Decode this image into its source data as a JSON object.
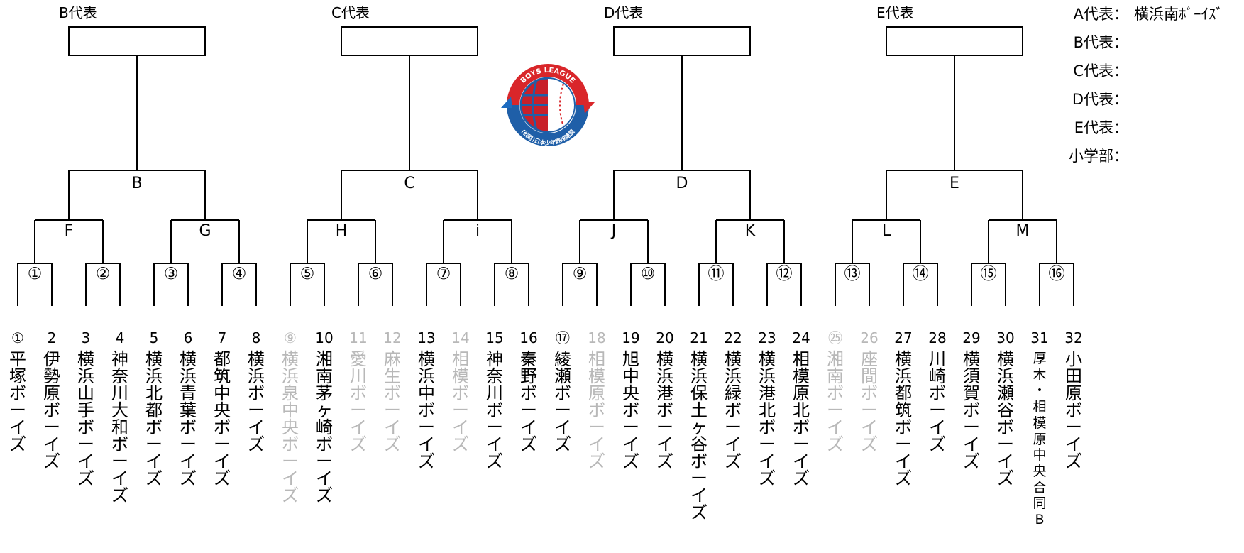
{
  "representatives": [
    {
      "title": "B代表"
    },
    {
      "title": "C代表"
    },
    {
      "title": "D代表"
    },
    {
      "title": "E代表"
    }
  ],
  "upper_nodes": [
    "B",
    "C",
    "D",
    "E"
  ],
  "mid_nodes": [
    "F",
    "G",
    "H",
    "i",
    "J",
    "K",
    "L",
    "M"
  ],
  "slots": [
    "①",
    "②",
    "③",
    "④",
    "⑤",
    "⑥",
    "⑦",
    "⑧",
    "⑨",
    "⑩",
    "⑪",
    "⑫",
    "⑬",
    "⑭",
    "⑮",
    "⑯"
  ],
  "teams": [
    {
      "num": "①",
      "name": "平塚ボーイズ",
      "active": true
    },
    {
      "num": "2",
      "name": "伊勢原ボーイズ",
      "active": true
    },
    {
      "num": "3",
      "name": "横浜山手ボーイズ",
      "active": true
    },
    {
      "num": "4",
      "name": "神奈川大和ボーイズ",
      "active": true
    },
    {
      "num": "5",
      "name": "横浜北都ボーイズ",
      "active": true
    },
    {
      "num": "6",
      "name": "横浜青葉ボーイズ",
      "active": true
    },
    {
      "num": "7",
      "name": "都筑中央ボーイズ",
      "active": true
    },
    {
      "num": "8",
      "name": "横浜ボーイズ",
      "active": true
    },
    {
      "num": "⑨",
      "name": "横浜泉中央ボーイズ",
      "active": false
    },
    {
      "num": "10",
      "name": "湘南茅ヶ崎ボーイズ",
      "active": true
    },
    {
      "num": "11",
      "name": "愛川ボーイズ",
      "active": false
    },
    {
      "num": "12",
      "name": "麻生ボーイズ",
      "active": false
    },
    {
      "num": "13",
      "name": "横浜中ボーイズ",
      "active": true
    },
    {
      "num": "14",
      "name": "相模ボーイズ",
      "active": false
    },
    {
      "num": "15",
      "name": "神奈川ボーイズ",
      "active": true
    },
    {
      "num": "16",
      "name": "秦野ボーイズ",
      "active": true
    },
    {
      "num": "⑰",
      "name": "綾瀬ボーイズ",
      "active": true
    },
    {
      "num": "18",
      "name": "相模原ボーイズ",
      "active": false
    },
    {
      "num": "19",
      "name": "旭中央ボーイズ",
      "active": true
    },
    {
      "num": "20",
      "name": "横浜港ボーイズ",
      "active": true
    },
    {
      "num": "21",
      "name": "横浜保土ヶ谷ボーイズ",
      "active": true
    },
    {
      "num": "22",
      "name": "横浜緑ボーイズ",
      "active": true
    },
    {
      "num": "23",
      "name": "横浜港北ボーイズ",
      "active": true
    },
    {
      "num": "24",
      "name": "相模原北ボーイズ",
      "active": true
    },
    {
      "num": "㉕",
      "name": "湘南ボーイズ",
      "active": false
    },
    {
      "num": "26",
      "name": "座間ボーイズ",
      "active": false
    },
    {
      "num": "27",
      "name": "横浜都筑ボーイズ",
      "active": true
    },
    {
      "num": "28",
      "name": "川崎ボーイズ",
      "active": true
    },
    {
      "num": "29",
      "name": "横須賀ボーイズ",
      "active": true
    },
    {
      "num": "30",
      "name": "横浜瀬谷ボーイズ",
      "active": true
    },
    {
      "num": "31",
      "name": "厚木・相模原中央合同B",
      "active": true
    },
    {
      "num": "32",
      "name": "小田原ボーイズ",
      "active": true
    }
  ],
  "legend": [
    {
      "label": "A代表：",
      "value": "横浜南ﾎﾞｰｲｽﾞ"
    },
    {
      "label": "B代表：",
      "value": ""
    },
    {
      "label": "C代表：",
      "value": ""
    },
    {
      "label": "D代表：",
      "value": ""
    },
    {
      "label": "E代表：",
      "value": ""
    },
    {
      "label": "小学部：",
      "value": ""
    }
  ],
  "logo": {
    "text_top": "BOYS LEAGUE",
    "text_bottom": "(公財)日本少年野球連盟",
    "colors": {
      "red": "#d9262a",
      "blue": "#1f5fa8",
      "globe_red": "#c8202a",
      "arrow_blue": "#1d6bc0"
    }
  }
}
